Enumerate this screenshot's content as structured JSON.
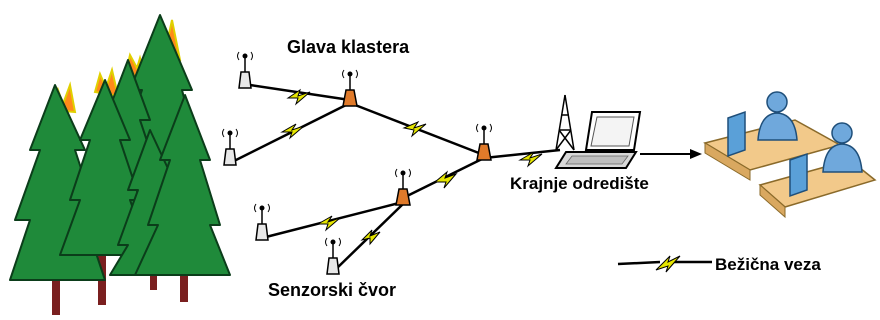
{
  "labels": {
    "cluster_head": "Glava klastera",
    "sensor_node": "Senzorski čvor",
    "destination": "Krajnje odredište",
    "wireless_link": "Bežična veza"
  },
  "colors": {
    "tree_green": "#1f8a3a",
    "tree_outline": "#0b3d1a",
    "trunk": "#7a1f1f",
    "fire": "#ff8a1a",
    "cluster_head": "#e07a2a",
    "sensor_node": "#e8e8e8",
    "link": "#000000",
    "lightning": "#e6e600",
    "desk": "#f2c98a",
    "person": "#6fa8dc",
    "monitor": "#5aa0d8"
  }
}
